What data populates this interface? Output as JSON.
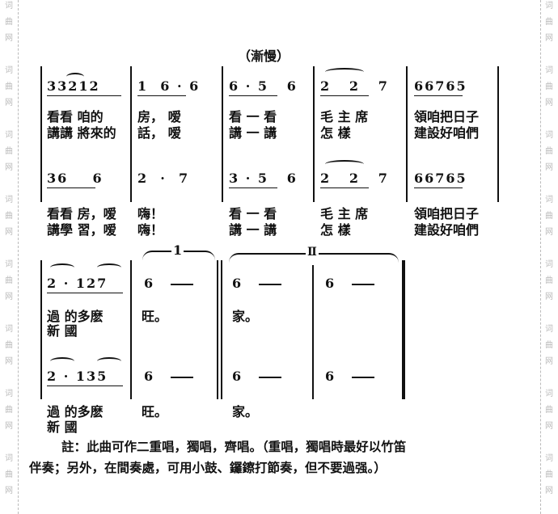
{
  "watermark": "词曲网",
  "tempo": "（漸慢）",
  "volta1": "1",
  "volta2": "Ⅱ",
  "system1": {
    "upper_notes": [
      "33212",
      "1  6 · 6",
      "6 · 5   6",
      "2   2   7",
      "66765"
    ],
    "upper_lyrics1": [
      "看看 咱的",
      "房，  嗳",
      "看  一  看",
      "毛  主  席",
      "領咱把日子"
    ],
    "upper_lyrics2": [
      "講講 將來的",
      "話，  嗳",
      "講  一  講",
      "怎     樣",
      "建設好咱們"
    ],
    "lower_notes": [
      "36    6",
      "2  ·  7",
      "3 · 5   6",
      "2   2   7",
      "66765"
    ],
    "lower_lyrics1": [
      "看看    房，嗳",
      "嗨！",
      "看  一  看",
      "毛  主  席",
      "領咱把日子"
    ],
    "lower_lyrics2": [
      "講學    習，嗳",
      "嗨！",
      "講  一  講",
      "怎     樣",
      "建設好咱們"
    ]
  },
  "system2": {
    "upper_notes": [
      "2 · 127",
      "6",
      "6",
      "6"
    ],
    "upper_lyrics1": [
      "過  的多麽",
      "旺。",
      "家。"
    ],
    "upper_lyrics2": [
      "新     國"
    ],
    "lower_notes": [
      "2 · 135",
      "6",
      "6",
      "6"
    ],
    "lower_lyrics1": [
      "過  的多麽",
      "旺。",
      "家。"
    ],
    "lower_lyrics2": [
      "新     國"
    ]
  },
  "note": {
    "line1": "註：此曲可作二重唱，獨唱，齊唱。（重唱，獨唱時最好以竹笛",
    "line2": "伴奏；另外，在間奏處，可用小鼓、鑼鑔打節奏，但不要過强。）"
  }
}
